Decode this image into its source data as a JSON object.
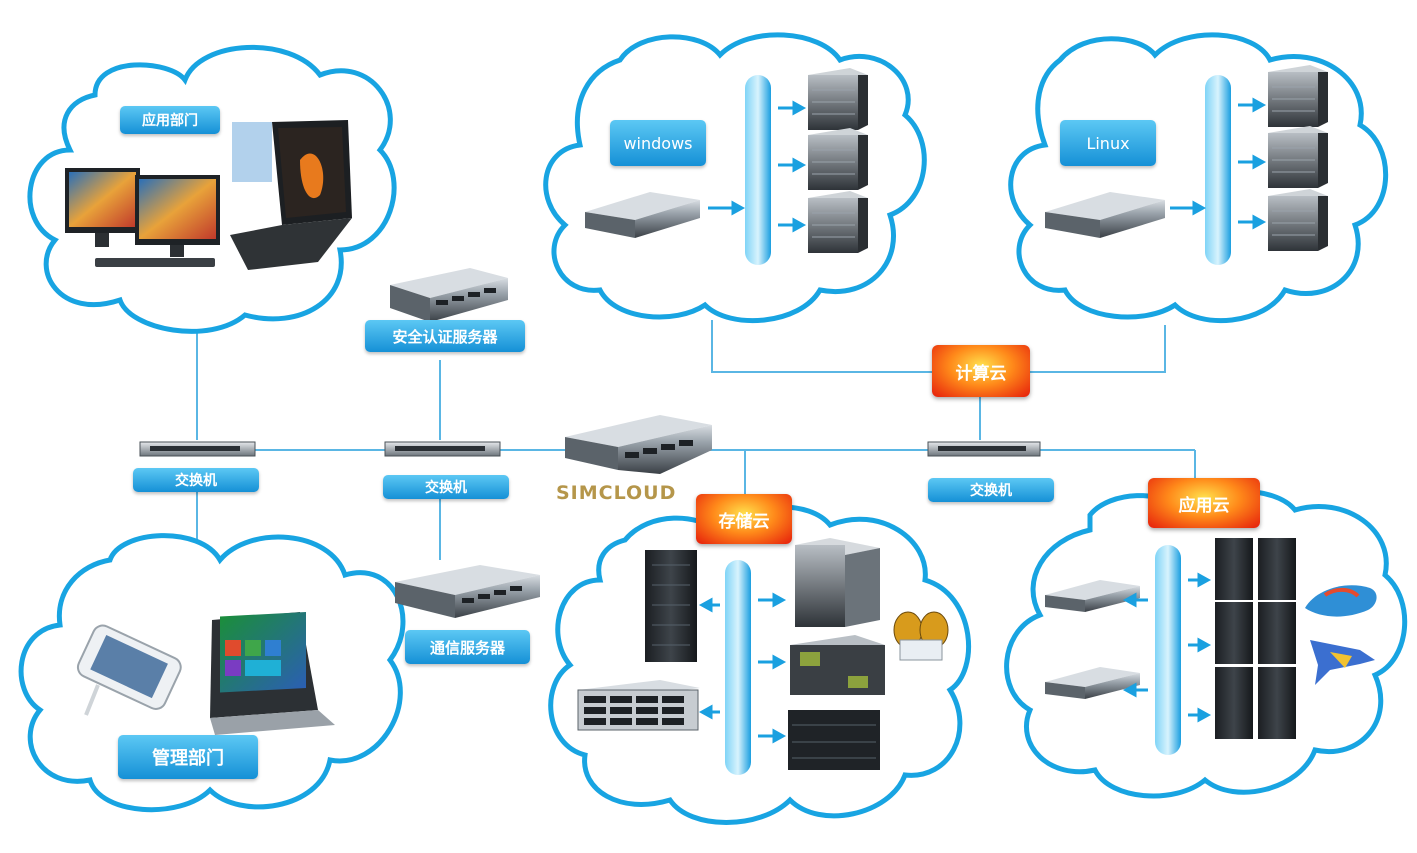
{
  "labels": {
    "app_dept": "应用部门",
    "mgmt_dept": "管理部门",
    "windows": "windows",
    "linux": "Linux",
    "auth_server": "安全认证服务器",
    "comm_server": "通信服务器",
    "switch_left": "交换机",
    "switch_center": "交换机",
    "switch_right": "交换机",
    "compute_cloud": "计算云",
    "storage_cloud": "存储云",
    "application_cloud": "应用云",
    "brand_logo": "SIMCLOUD"
  },
  "colors": {
    "cloud_stroke": "#18a4e2",
    "label_blue": "#1f9ae0",
    "line": "#5ab6e4",
    "badge_red": "#e51d0b"
  },
  "icons": {
    "server": "rack-server-icon",
    "blade": "blade-server-icon",
    "switch": "network-switch-icon",
    "bus": "network-bus-bar"
  }
}
